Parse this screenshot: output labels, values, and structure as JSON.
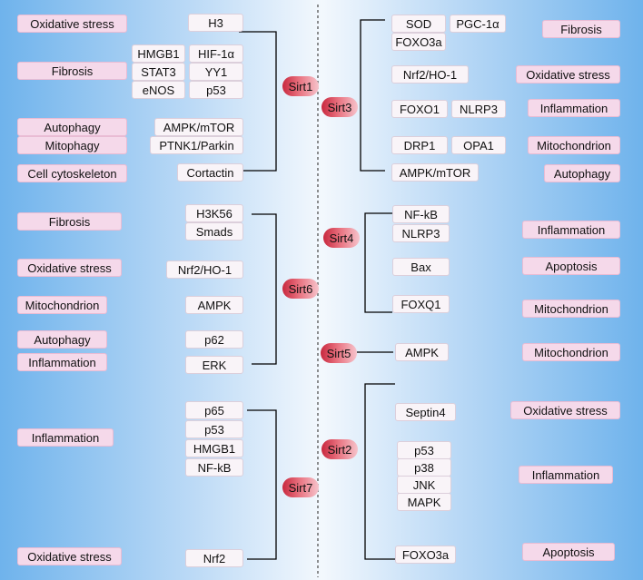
{
  "categories": [
    {
      "text": "Oxidative stress"
    },
    {
      "text": "Fibrosis"
    },
    {
      "text": "Autophagy"
    },
    {
      "text": "Mitophagy"
    },
    {
      "text": "Cell cytoskeleton"
    },
    {
      "text": "Fibrosis"
    },
    {
      "text": "Oxidative stress"
    },
    {
      "text": "Mitochondrion"
    },
    {
      "text": "Autophagy"
    },
    {
      "text": "Inflammation"
    },
    {
      "text": "Inflammation"
    },
    {
      "text": "Oxidative stress"
    },
    {
      "text": "Fibrosis"
    },
    {
      "text": "Oxidative stress"
    },
    {
      "text": "Inflammation"
    },
    {
      "text": "Mitochondrion"
    },
    {
      "text": "Autophagy"
    },
    {
      "text": "Inflammation"
    },
    {
      "text": "Apoptosis"
    },
    {
      "text": "Mitochondrion"
    },
    {
      "text": "Mitochondrion"
    },
    {
      "text": "Oxidative stress"
    },
    {
      "text": "Inflammation"
    },
    {
      "text": "Apoptosis"
    }
  ],
  "targets": [
    {
      "text": "H3"
    },
    {
      "text": "HMGB1"
    },
    {
      "text": "HIF-1α"
    },
    {
      "text": "STAT3"
    },
    {
      "text": "YY1"
    },
    {
      "text": "eNOS"
    },
    {
      "text": "p53"
    },
    {
      "text": "AMPK/mTOR"
    },
    {
      "text": "PTNK1/Parkin"
    },
    {
      "text": "Cortactin"
    },
    {
      "text": "H3K56"
    },
    {
      "text": "Smads"
    },
    {
      "text": "Nrf2/HO-1"
    },
    {
      "text": "AMPK"
    },
    {
      "text": "p62"
    },
    {
      "text": "ERK"
    },
    {
      "text": "p65"
    },
    {
      "text": "p53"
    },
    {
      "text": "HMGB1"
    },
    {
      "text": "NF-kB"
    },
    {
      "text": "Nrf2"
    },
    {
      "text": "SOD"
    },
    {
      "text": "PGC-1α"
    },
    {
      "text": "FOXO3a"
    },
    {
      "text": "Nrf2/HO-1"
    },
    {
      "text": "FOXO1"
    },
    {
      "text": "NLRP3"
    },
    {
      "text": "DRP1"
    },
    {
      "text": "OPA1"
    },
    {
      "text": "AMPK/mTOR"
    },
    {
      "text": "NF-kB"
    },
    {
      "text": "NLRP3"
    },
    {
      "text": "Bax"
    },
    {
      "text": "FOXQ1"
    },
    {
      "text": "AMPK"
    },
    {
      "text": "Septin4"
    },
    {
      "text": "p53"
    },
    {
      "text": "p38"
    },
    {
      "text": "JNK"
    },
    {
      "text": "MAPK"
    },
    {
      "text": "FOXO3a"
    }
  ],
  "sirtuins": [
    {
      "text": "Sirt1"
    },
    {
      "text": "Sirt6"
    },
    {
      "text": "Sirt7"
    },
    {
      "text": "Sirt3"
    },
    {
      "text": "Sirt4"
    },
    {
      "text": "Sirt5"
    },
    {
      "text": "Sirt2"
    }
  ]
}
